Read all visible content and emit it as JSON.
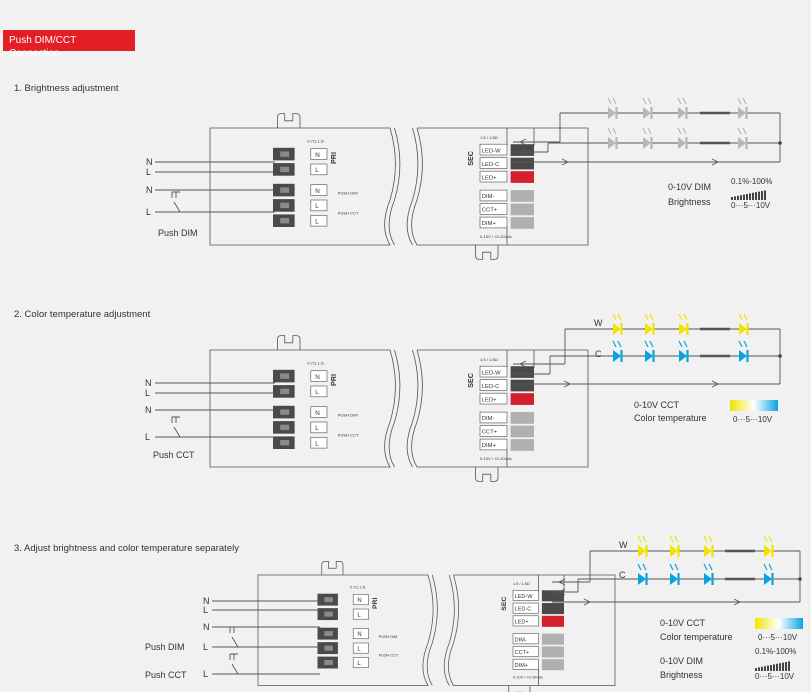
{
  "header": {
    "badge": "Push DIM/CCT Connection"
  },
  "sections": [
    {
      "title": "1. Brightness adjustment"
    },
    {
      "title": "2. Color temperature adjustment"
    },
    {
      "title": "3. Adjust brightness and color temperature separately"
    }
  ],
  "driver": {
    "pri_label": "PRI",
    "sec_label": "SEC",
    "pri_rating": "0.7/1.1 Ω",
    "sec_rating": "1.5 / 1.5Ω",
    "pri_terminals": [
      "N",
      "L",
      "N",
      "L",
      "L"
    ],
    "pri_notes": [
      "PUSH DIM",
      "PUSH CCT"
    ],
    "sec_terminals": [
      "LED-W",
      "LED-C",
      "LED+",
      "DIM-",
      "CCT+",
      "DIM+"
    ],
    "sec_note": "0-10V / +0-10Vdc"
  },
  "wires": {
    "n": "N",
    "l": "L"
  },
  "diagram1": {
    "push_label": "Push DIM",
    "control_title": "0-10V DIM",
    "control_sub": "Brightness",
    "range_pct": "0.1%-100%",
    "range_scale": "0···5···10V"
  },
  "diagram2": {
    "push_label": "Push CCT",
    "control_title": "0-10V CCT",
    "control_sub": "Color temperature",
    "range_scale": "0···5···10V",
    "w_label": "W",
    "c_label": "C"
  },
  "diagram3": {
    "push_dim_label": "Push DIM",
    "push_cct_label": "Push CCT",
    "cct_title": "0-10V CCT",
    "cct_sub": "Color temperature",
    "cct_scale": "0···5···10V",
    "dim_title": "0-10V DIM",
    "dim_sub": "Brightness",
    "dim_pct": "0.1%-100%",
    "dim_scale": "0···5···10V",
    "w_label": "W",
    "c_label": "C"
  },
  "colors": {
    "badge": "#e31e24",
    "line": "#555555",
    "led_gray": "#b8b8b8",
    "led_warm": "#f2e400",
    "led_cool": "#0aa3e0",
    "terminal_red": "#d4202a",
    "terminal_dark": "#4a4a4a"
  }
}
